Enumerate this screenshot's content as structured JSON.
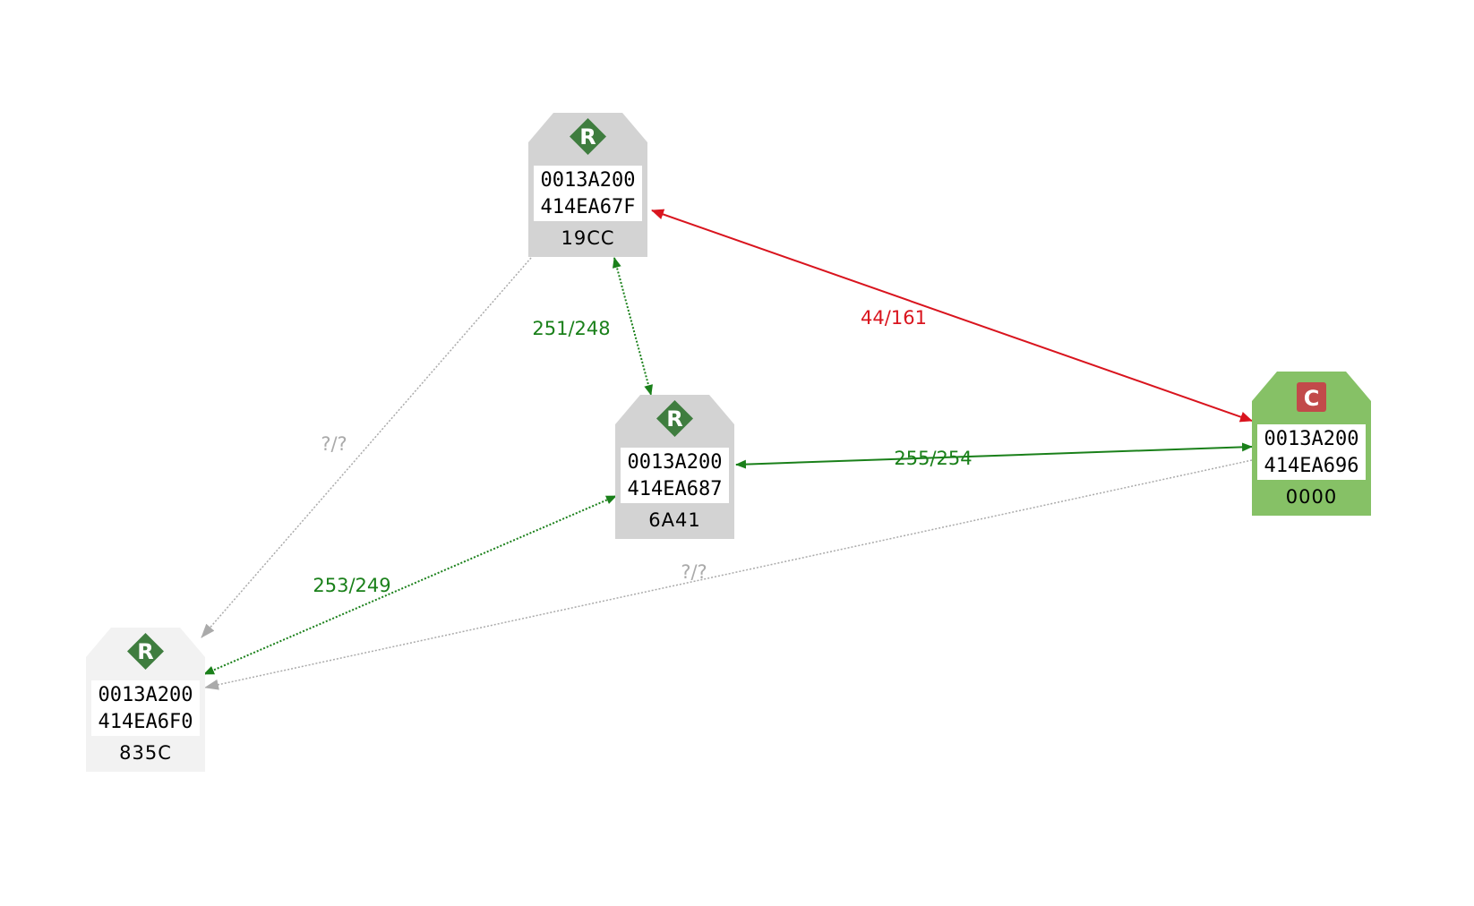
{
  "colors": {
    "router_fill": "#d3d3d3",
    "router_fill_light": "#f2f2f2",
    "coordinator_fill": "#86c166",
    "router_badge": "#3f7d3f",
    "coordinator_badge": "#c24a4a",
    "good_link": "#1a801a",
    "bad_link": "#d9141e",
    "unknown_link": "#aaaaaa"
  },
  "nodes": [
    {
      "id": "19CC",
      "role": "R",
      "addr_high": "0013A200",
      "addr_low": "414EA67F",
      "short": "19CC",
      "icon": "router-diamond-icon"
    },
    {
      "id": "6A41",
      "role": "R",
      "addr_high": "0013A200",
      "addr_low": "414EA687",
      "short": "6A41",
      "icon": "router-diamond-icon"
    },
    {
      "id": "0000",
      "role": "C",
      "addr_high": "0013A200",
      "addr_low": "414EA696",
      "short": "0000",
      "icon": "coordinator-square-icon"
    },
    {
      "id": "835C",
      "role": "R",
      "addr_high": "0013A200",
      "addr_low": "414EA6F0",
      "short": "835C",
      "icon": "router-diamond-icon"
    }
  ],
  "links": [
    {
      "from": "19CC",
      "to": "0000",
      "label": "44/161",
      "quality": "bad",
      "style": "solid",
      "arrows": "both"
    },
    {
      "from": "19CC",
      "to": "6A41",
      "label": "251/248",
      "quality": "good",
      "style": "dotted",
      "arrows": "both"
    },
    {
      "from": "6A41",
      "to": "0000",
      "label": "255/254",
      "quality": "good",
      "style": "solid",
      "arrows": "both"
    },
    {
      "from": "835C",
      "to": "6A41",
      "label": "253/249",
      "quality": "good",
      "style": "dotted",
      "arrows": "both"
    },
    {
      "from": "19CC",
      "to": "835C",
      "label": "?/?",
      "quality": "unknown",
      "style": "dotted",
      "arrows": "end"
    },
    {
      "from": "0000",
      "to": "835C",
      "label": "?/?",
      "quality": "unknown",
      "style": "dotted",
      "arrows": "end"
    }
  ]
}
